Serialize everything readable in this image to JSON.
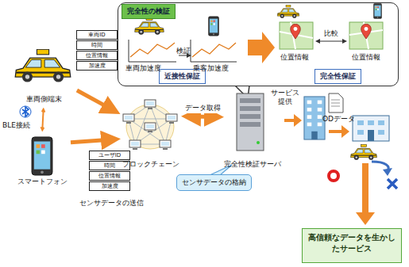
{
  "diagram": {
    "nodes": [
      {
        "text": [
          "完全性の検証"
        ]
      },
      {
        "text": [
          "近接性保証"
        ],
        "in": 0
      },
      {
        "text": [
          "完全性保証"
        ],
        "in": 0
      },
      {
        "text": [
          "車両側端末"
        ]
      },
      {
        "text": [
          "車両ID",
          "時間",
          "位置情報",
          "加速度"
        ]
      },
      {
        "text": [
          "スマートフォン"
        ]
      },
      {
        "text": [
          "ユーザID",
          "時間",
          "位置情報",
          "加速度"
        ]
      },
      {
        "text": [
          "ブロックチェーン"
        ]
      },
      {
        "text": [
          "完全性検証サーバ"
        ]
      },
      {
        "text": [
          "センサデータの格納"
        ]
      },
      {
        "text": [
          "高信頼なデータを生かしたサービス"
        ]
      }
    ],
    "edges": [
      {
        "from": 3,
        "to": 7,
        "arrow": "to"
      },
      {
        "from": 5,
        "to": 7,
        "arrow": "to"
      },
      {
        "from": 3,
        "to": 5,
        "arrow": "both"
      },
      {
        "from": 7,
        "to": 8,
        "label": "データ取得",
        "arrow": "both"
      }
    ],
    "labels": [
      "検証",
      "車両加速度",
      "乗客加速度",
      "位置情報",
      "比較",
      "位置情報",
      "BLE接続",
      "センサデータの送信",
      "サービス 提供",
      "ODデータ"
    ]
  }
}
